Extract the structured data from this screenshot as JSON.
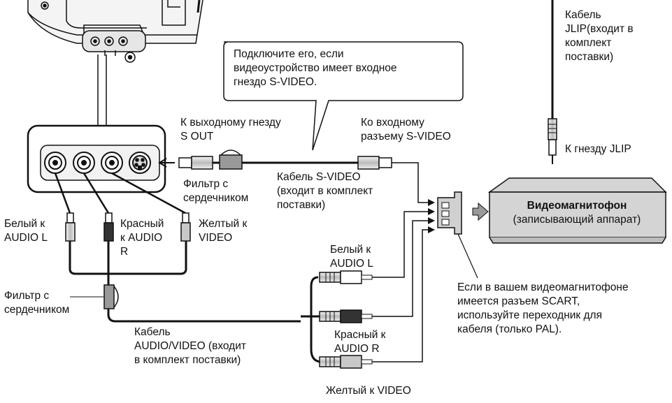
{
  "labels": {
    "callout": [
      "Подключите его, если",
      "видеоустройство имеет входное",
      "гнездо S-VIDEO."
    ],
    "s_out": [
      "К выходному гнезду",
      "S OUT"
    ],
    "s_video_in": [
      "Ко входному",
      "разъему S-VIDEO"
    ],
    "jlip_cable": [
      "Кабель",
      "JLIP(входит в",
      "комплект",
      "поставки)"
    ],
    "jlip_jack": [
      "К гнезду JLIP"
    ],
    "core_filter_top": [
      "Фильтр с",
      "сердечником"
    ],
    "svideo_cable": [
      "Кабель S-VIDEO",
      "(входит в комплект",
      "поставки)"
    ],
    "white_left": [
      "Белый к",
      "AUDIO L"
    ],
    "red_left": [
      "Красный",
      "к AUDIO",
      "R"
    ],
    "yellow_left": [
      "Желтый к",
      "VIDEO"
    ],
    "core_filter_left": [
      "Фильтр с",
      "сердечником"
    ],
    "av_cable": [
      "Кабель",
      "AUDIO/VIDEO (входит",
      "в комплект поставки)"
    ],
    "white_right": [
      "Белый к",
      "AUDIO L"
    ],
    "red_right": [
      "Красный к",
      "AUDIO R"
    ],
    "yellow_right": [
      "Желтый к VIDEO"
    ],
    "scart_note": [
      "Если в вашем видеомагнитофоне",
      "имеется разъем SCART,",
      "используйте переходник для",
      "кабеля (только PAL)."
    ]
  },
  "vcr": {
    "title": "Видеомагнитофон",
    "subtitle": "(записывающий аппарат)"
  }
}
